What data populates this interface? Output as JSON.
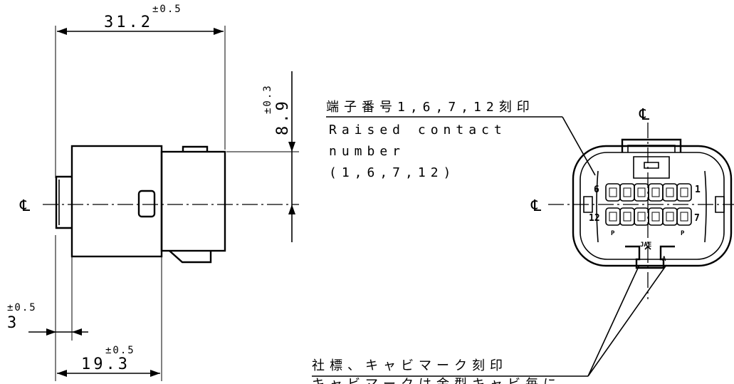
{
  "dimensions": {
    "width_total": {
      "value": "31.2",
      "tolerance": "±0.5"
    },
    "height": {
      "value": "8.9",
      "tolerance": "±0.3"
    },
    "offset": {
      "value": "3",
      "tolerance": "±0.5"
    },
    "depth": {
      "value": "19.3",
      "tolerance": "±0.5"
    }
  },
  "centerline_symbol": "℄",
  "annotations": {
    "contact_jp": "端子番号1,6,7,12刻印",
    "contact_en_line1": "Raised contact",
    "contact_en_line2": "number",
    "contact_en_line3": "(1,6,7,12)",
    "logo_jp": "社標、キャビマーク刻印",
    "logo_jp_cut": "キャビマークは金型キャビ毎に"
  },
  "pins": {
    "top_left": "6",
    "top_right": "1",
    "bottom_left": "12",
    "bottom_right": "7",
    "polarity_left": "P",
    "polarity_right": "P",
    "brand": "JAE",
    "cavity": "A"
  }
}
